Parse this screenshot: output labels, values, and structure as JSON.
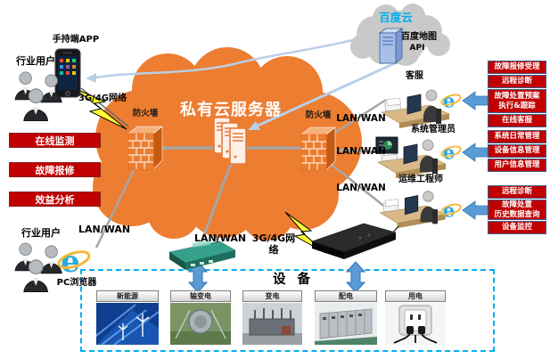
{
  "baidu_cloud": {
    "title": "百度云",
    "map_label": "百度地图",
    "api_label": "API"
  },
  "private_cloud": {
    "title": "私有云服务器",
    "firewall_left": "防火墙",
    "firewall_right": "防火墙"
  },
  "left": {
    "app_label": "手持端APP",
    "users_top": "行业用户",
    "network_3g4g": "3G/4G网络",
    "tags": [
      "在线监测",
      "故障报修",
      "效益分析"
    ],
    "lan_wan": "LAN/WAN",
    "users_bottom": "行业用户",
    "pc_browser": "PC浏览器"
  },
  "right": {
    "lan_wan_1": "LAN/WAN",
    "lan_wan_2": "LAN/WAN",
    "lan_wan_3": "LAN/WAN",
    "roles": [
      {
        "title": "客服",
        "tags": [
          "故障报修受理",
          "远程诊断",
          "故障处置预案\n执行&跟踪",
          "在线客服"
        ]
      },
      {
        "title": "系统管理员",
        "tags": [
          "系统日常管理",
          "设备信息管理",
          "用户信息管理"
        ]
      },
      {
        "title": "运维工程师",
        "tags": [
          "远程诊断",
          "故障处置\n历史数据查询",
          "设备监控"
        ]
      }
    ]
  },
  "bottom": {
    "lan_wan": "LAN/WAN",
    "network_3g4g": "3G/4G网络",
    "title": "设 备",
    "cards": [
      {
        "label": "新能源"
      },
      {
        "label": "输变电"
      },
      {
        "label": "变电"
      },
      {
        "label": "配电"
      },
      {
        "label": "用电"
      }
    ]
  },
  "colors": {
    "cloud_orange": "#ED7D31",
    "cloud_gray": "#C9C9C9",
    "tag_red": "#C00000",
    "arrow_blue": "#5B9BD5",
    "dashed_border_blue": "#00B0F0",
    "baidu_title_cyan": "#00B0F0",
    "connector_gray": "#A6A6A6",
    "link_light_blue": "#B9CFE8",
    "lightning_yellow": "#FFFF33"
  },
  "icons": {
    "users_group": "users-group-icon",
    "smartphone": "smartphone-icon",
    "ie_browser": "ie-browser-icon",
    "firewall": "firewall-icon",
    "server_stack": "server-stack-icon",
    "baidu_server": "server-icon",
    "operator_desk": "operator-desk-icon",
    "router": "router-device-icon",
    "comm_box": "comm-device-icon",
    "lightning": "lightning-bolt-icon",
    "double_arrow": "double-arrow-icon",
    "left_arrow": "left-arrow-icon"
  }
}
